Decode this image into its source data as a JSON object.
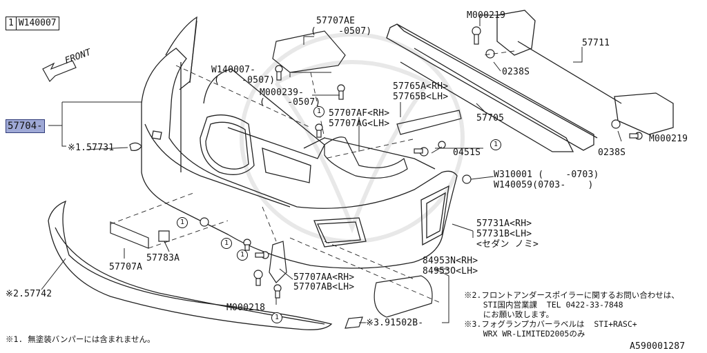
{
  "header_box": {
    "circle": "1",
    "code": "W140007"
  },
  "front_label": "FRONT",
  "highlight_part": "57704-",
  "labels": {
    "p57707AE": "57707AE",
    "p57707AE_range": "(    -0507)",
    "pM000219_top": "M000219",
    "p57711": "57711",
    "pW140007": "W140007-",
    "pW140007_range": "(    -0507)",
    "pM000239": "M000239-",
    "pM000239_range": "(    -0507)",
    "p0238S_a": "0238S",
    "p57765A": "57765A<RH>",
    "p57765B": "57765B<LH>",
    "p57707AF": "57707AF<RH>",
    "p57707AG": "57707AG<LH>",
    "p57705": "57705",
    "p0238S_b": "0238S",
    "pM000219_right": "M000219",
    "p0451S": "0451S",
    "p57731": "※1.57731",
    "pW310001": "W310001 (    -0703)",
    "pW140059": "W140059(0703-    )",
    "p57731A": "57731A<RH>",
    "p57731B": "57731B<LH>",
    "p57731_note": "<セダン ノミ>",
    "p57707A": "57707A",
    "p57783A": "57783A",
    "p84953N": "84953N<RH>",
    "p84953O": "84953O<LH>",
    "p57707AA": "57707AA<RH>",
    "p57707AB": "57707AB<LH>",
    "pM000218": "M000218",
    "p57742": "※2.57742",
    "p91502B": "※3.91502B-"
  },
  "notes": {
    "note2_line1": "※2.フロントアンダースポイラーに関するお問い合わせは、",
    "note2_line2": "    STI国内営業課  TEL 0422-33-7848",
    "note2_line3": "    にお願い致します。",
    "note3_line1": "※3.フォグランプカバーラベルは  STI+RASC+",
    "note3_line2": "    WRX WR-LIMITED2005のみ",
    "note1": "※1. 無塗装バンパーには含まれません。",
    "diagram_id": "A590001287"
  },
  "callout_circle": "1",
  "colors": {
    "highlight": "#9fa9d6",
    "line": "#222222"
  }
}
